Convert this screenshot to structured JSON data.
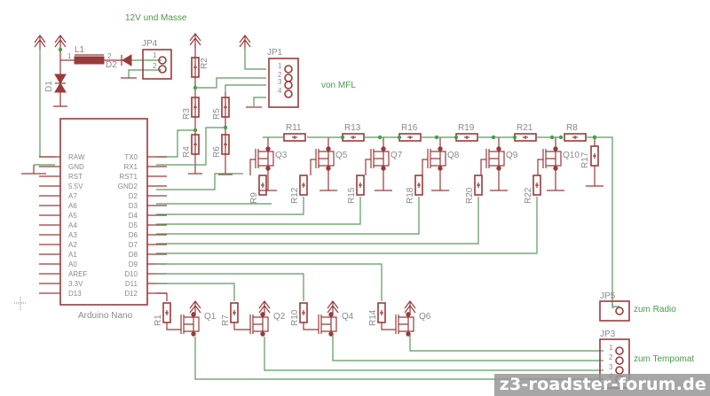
{
  "title": "Arduino Nano schematic",
  "net_labels": {
    "power": "12V und Masse",
    "mfl": "von MFL",
    "radio": "zum Radio",
    "tempomat": "zum Tempomat"
  },
  "arduino": {
    "name": "Arduino Nano",
    "left_pins": [
      "RAW",
      "GND",
      "RST",
      "5.5V",
      "A7",
      "A6",
      "A5",
      "A4",
      "A3",
      "A2",
      "A1",
      "A0",
      "AREF",
      "3.3V",
      "D13"
    ],
    "right_pins": [
      "TX0",
      "RX1",
      "RST1",
      "GND2",
      "D2",
      "D3",
      "D4",
      "D5",
      "D6",
      "D7",
      "D8",
      "D9",
      "D10",
      "D11",
      "D12"
    ]
  },
  "components": {
    "L1": "L1",
    "D1": "D1",
    "D2": "D2",
    "JP4": "JP4",
    "JP1": "JP1",
    "JP5": "JP5",
    "JP3": "JP3",
    "R1": "R1",
    "R2": "R2",
    "R3": "R3",
    "R4": "R4",
    "R5": "R5",
    "R6": "R6",
    "R7": "R7",
    "R8": "R8",
    "R9": "R9",
    "R10": "R10",
    "R11": "R11",
    "R12": "R12",
    "R13": "R13",
    "R14": "R14",
    "R15": "R15",
    "R16": "R16",
    "R17": "R17",
    "R18": "R18",
    "R19": "R19",
    "R20": "R20",
    "R21": "R21",
    "R22": "R22",
    "Q1": "Q1",
    "Q2": "Q2",
    "Q3": "Q3",
    "Q4": "Q4",
    "Q5": "Q5",
    "Q6": "Q6",
    "Q7": "Q7",
    "Q8": "Q8",
    "Q9": "Q9",
    "Q10": "Q10"
  },
  "pin_numbers": {
    "p1": "1",
    "p2": "2",
    "p3": "3",
    "p4": "4"
  },
  "watermark": "z3-roadster-forum.de",
  "colors": {
    "wire": "#5a9a5a",
    "part": "#9a3a3a",
    "label": "#8a8a8a"
  }
}
